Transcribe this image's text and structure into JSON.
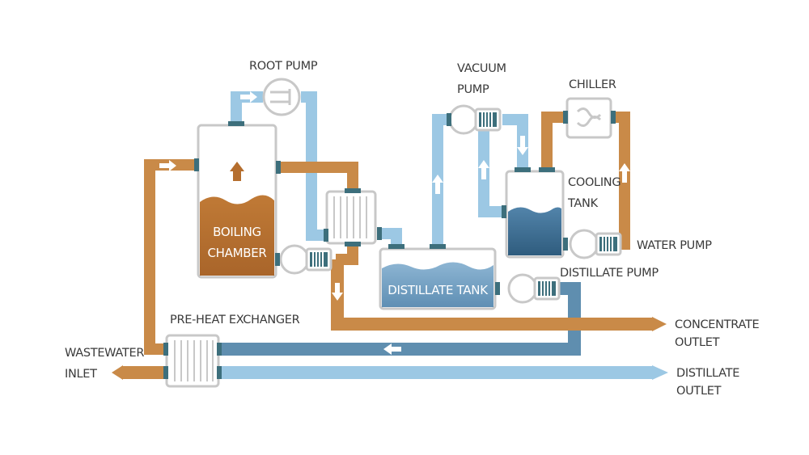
{
  "labels": {
    "root_pump": "ROOT PUMP",
    "vacuum_pump": [
      "VACUUM",
      "PUMP"
    ],
    "chiller": "CHILLER",
    "cooling_tank": [
      "COOLING",
      "TANK"
    ],
    "water_pump": "WATER PUMP",
    "distillate_pump": "DISTILLATE PUMP",
    "boiling_chamber": [
      "BOILING",
      "CHAMBER"
    ],
    "distillate_tank": "DISTILLATE TANK",
    "pre_heat_exchanger": "PRE-HEAT EXCHANGER",
    "wastewater_inlet": [
      "WASTEWATER",
      "INLET"
    ],
    "concentrate_outlet": [
      "CONCENTRATE",
      "OUTLET"
    ],
    "distillate_outlet": [
      "DISTILLATE",
      "OUTLET"
    ]
  },
  "colors": {
    "wastewater_pipe": "#c98a48",
    "vapor_pipe": "#9cc8e4",
    "return_pipe": "#5f8eaf",
    "concentrate_liquid": "#b56e2e",
    "distillate_liquid": "#7fa6c6",
    "cooling_liquid": "#3f6f93",
    "connector": "#3d6f7c",
    "equipment_outline": "#c8c8c8"
  }
}
